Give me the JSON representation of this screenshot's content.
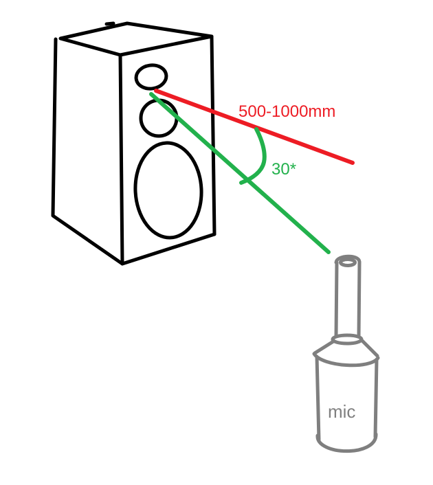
{
  "colors": {
    "background": "#ffffff",
    "speaker_outline": "#000000",
    "distance_red": "#ed1c24",
    "angle_green": "#22b14c",
    "mic_gray": "#7f7f7f",
    "mic_text_gray": "#808080"
  },
  "labels": {
    "distance": "500-1000mm",
    "angle": "30*",
    "mic": "mic"
  }
}
